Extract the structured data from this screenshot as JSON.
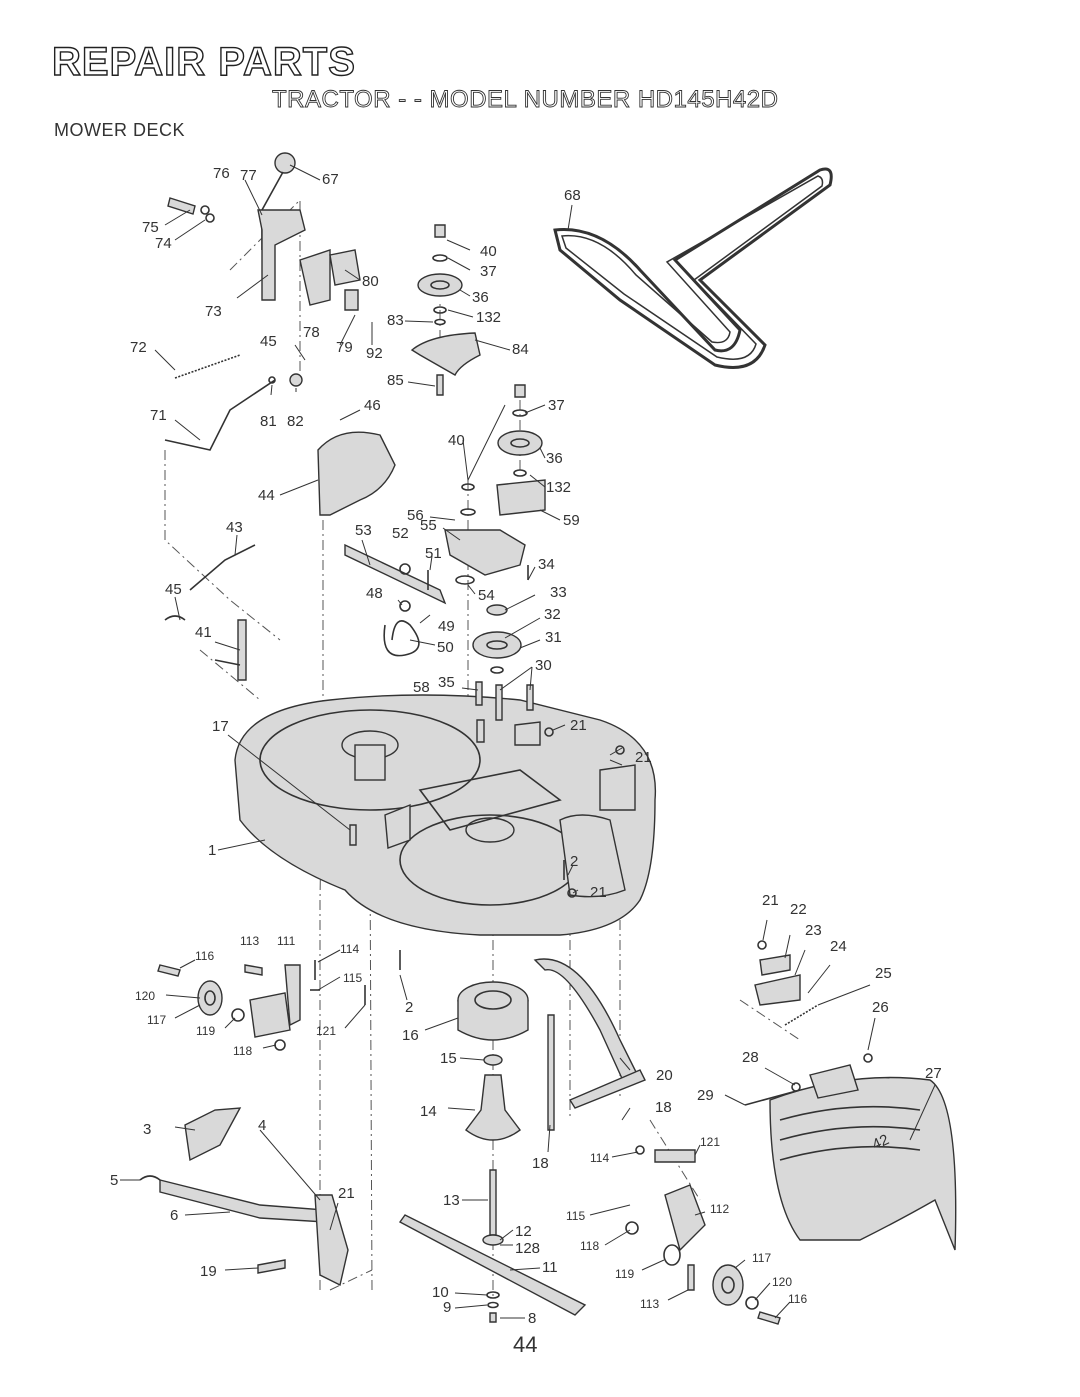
{
  "header": {
    "title": "REPAIR PARTS",
    "subtitle": "TRACTOR - - MODEL NUMBER HD145H42D",
    "section": "MOWER DECK"
  },
  "page_number": "44",
  "callouts": {
    "c76": "76",
    "c77": "77",
    "c67": "67",
    "c75": "75",
    "c74": "74",
    "c80": "80",
    "c73": "73",
    "c78": "78",
    "c79": "79",
    "c92": "92",
    "c72": "72",
    "c45a": "45",
    "c81": "81",
    "c82": "82",
    "c71": "71",
    "c46": "46",
    "c44": "44",
    "c43": "43",
    "c45b": "45",
    "c41": "41",
    "c53": "53",
    "c52": "52",
    "c55": "55",
    "c51": "51",
    "c48": "48",
    "c49": "49",
    "c50": "50",
    "c58": "58",
    "c35": "35",
    "c56": "56",
    "c54": "54",
    "c34": "34",
    "c33": "33",
    "c32": "32",
    "c31": "31",
    "c30": "30",
    "c40a": "40",
    "c37a": "37",
    "c36a": "36",
    "c83": "83",
    "c132a": "132",
    "c84": "84",
    "c85": "85",
    "c68": "68",
    "c37b": "37",
    "c40b": "40",
    "c36b": "36",
    "c132b": "132",
    "c59": "59",
    "c21a": "21",
    "c21b": "21",
    "c17": "17",
    "c1": "1",
    "c2a": "2",
    "c21c": "21",
    "c21d": "21",
    "c22": "22",
    "c23": "23",
    "c24": "24",
    "c25": "25",
    "c26": "26",
    "c113a": "113",
    "c111": "111",
    "c114a": "114",
    "c116a": "116",
    "c115a": "115",
    "c120a": "120",
    "c117a": "117",
    "c119a": "119",
    "c121a": "121",
    "c118a": "118",
    "c2b": "2",
    "c16": "16",
    "c15": "15",
    "c20": "20",
    "c14": "14",
    "c18a": "18",
    "c18b": "18",
    "c28": "28",
    "c29": "29",
    "c27": "27",
    "c3": "3",
    "c4": "4",
    "c5": "5",
    "c6": "6",
    "c21e": "21",
    "c19": "19",
    "c13": "13",
    "c12": "12",
    "c128": "128",
    "c11": "11",
    "c10": "10",
    "c9": "9",
    "c8": "8",
    "c114b": "114",
    "c121b": "121",
    "c115b": "115",
    "c112": "112",
    "c118b": "118",
    "c119b": "119",
    "c113b": "113",
    "c117b": "117",
    "c120b": "120",
    "c116b": "116",
    "deck_badge": "42"
  },
  "colors": {
    "line": "#333333",
    "fill": "#d9d9d9",
    "background": "#ffffff"
  }
}
